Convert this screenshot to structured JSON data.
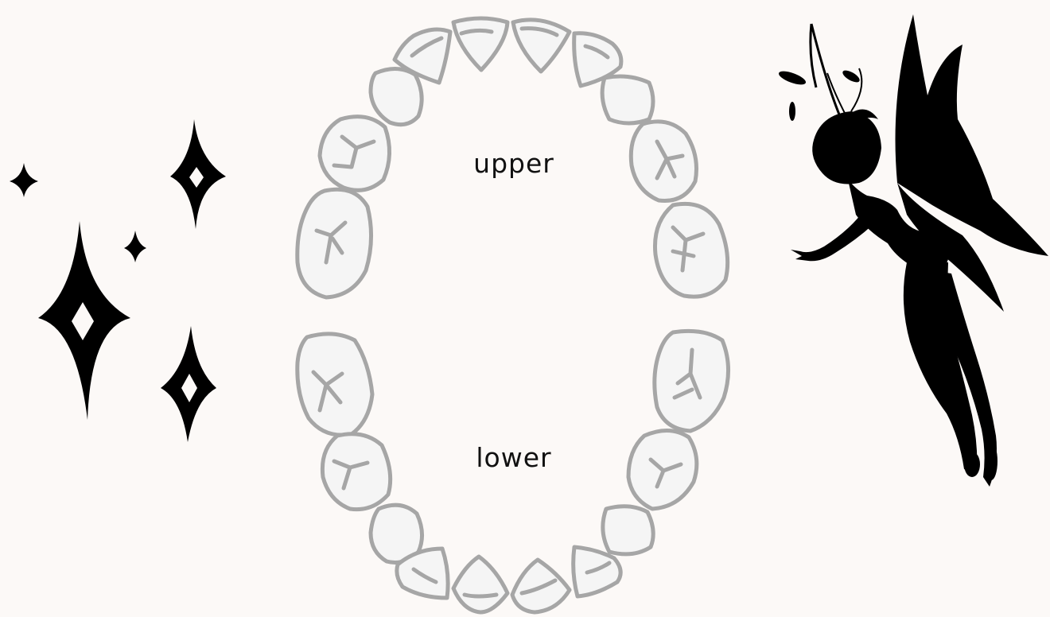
{
  "labels": {
    "upper": "upper",
    "lower": "lower"
  },
  "colors": {
    "background": "#fcf9f7",
    "tooth_fill": "#f5f5f5",
    "tooth_outline": "#a6a6a6",
    "silhouette": "#000000",
    "text": "#111111"
  },
  "icons": {
    "sparkles": "sparkle-icon",
    "fairy": "tooth-fairy-silhouette"
  }
}
